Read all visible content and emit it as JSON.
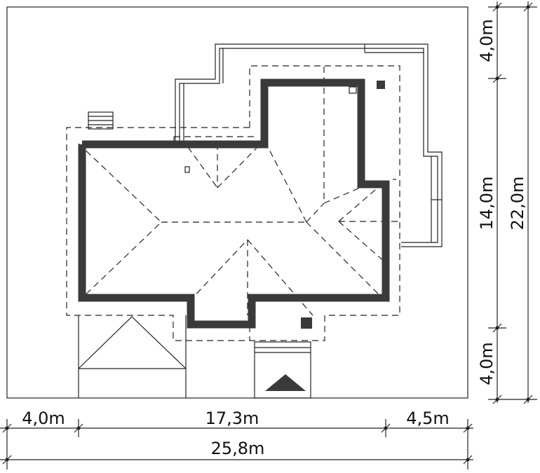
{
  "dimensions": {
    "bottom_left": "4,0m",
    "bottom_middle": "17,3m",
    "bottom_right": "4,5m",
    "bottom_total": "25,8m",
    "right_top": "4,0m",
    "right_middle": "14,0m",
    "right_bottom": "4,0m",
    "right_total": "22,0m"
  },
  "colors": {
    "wall": "#3a3a3a",
    "line": "#222222",
    "background": "#ffffff"
  }
}
